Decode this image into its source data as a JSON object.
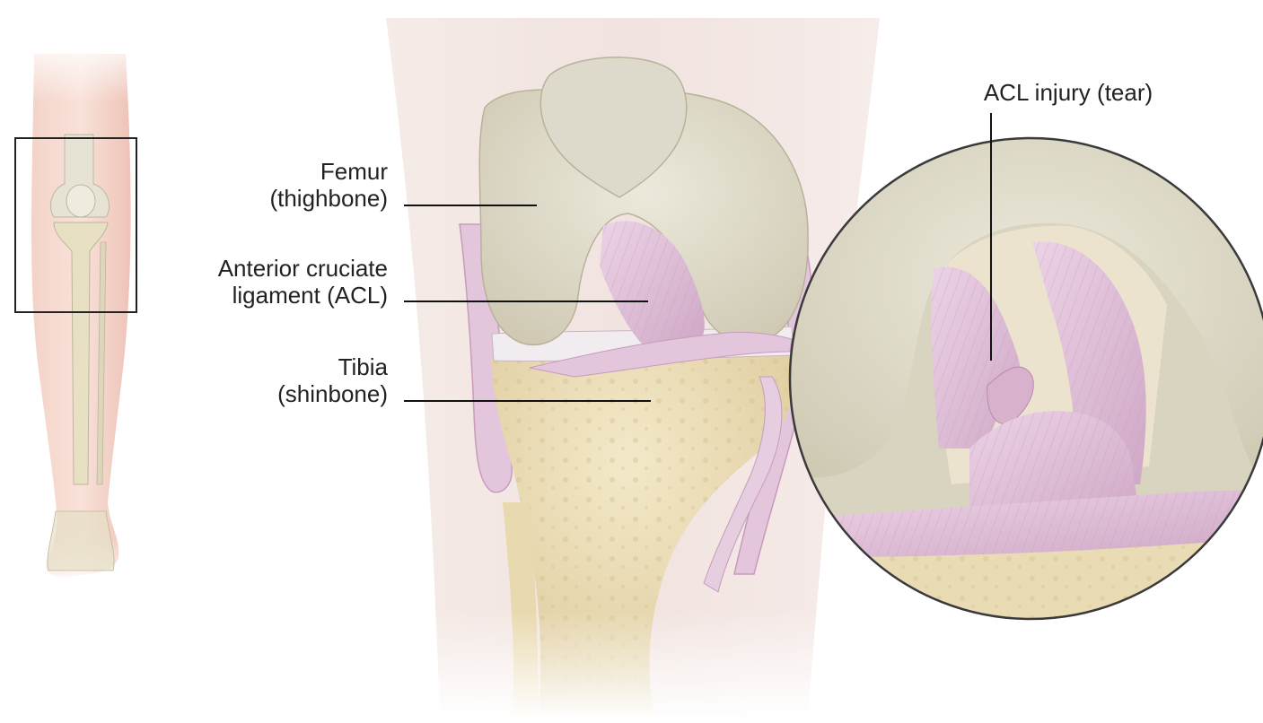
{
  "labels": {
    "femur": {
      "line1": "Femur",
      "line2": "(thighbone)"
    },
    "acl": {
      "line1": "Anterior cruciate",
      "line2": "ligament (ACL)"
    },
    "tibia": {
      "line1": "Tibia",
      "line2": "(shinbone)"
    },
    "injury": {
      "line1": "ACL injury (tear)"
    }
  },
  "colors": {
    "bone": "#e6e2d3",
    "bone_shadow": "#c9c3ac",
    "tibia": "#ede0b8",
    "ligament": "#e3c5dc",
    "ligament_dark": "#c89bbd",
    "skin": "#f1cfc4",
    "leader": "#111111"
  }
}
